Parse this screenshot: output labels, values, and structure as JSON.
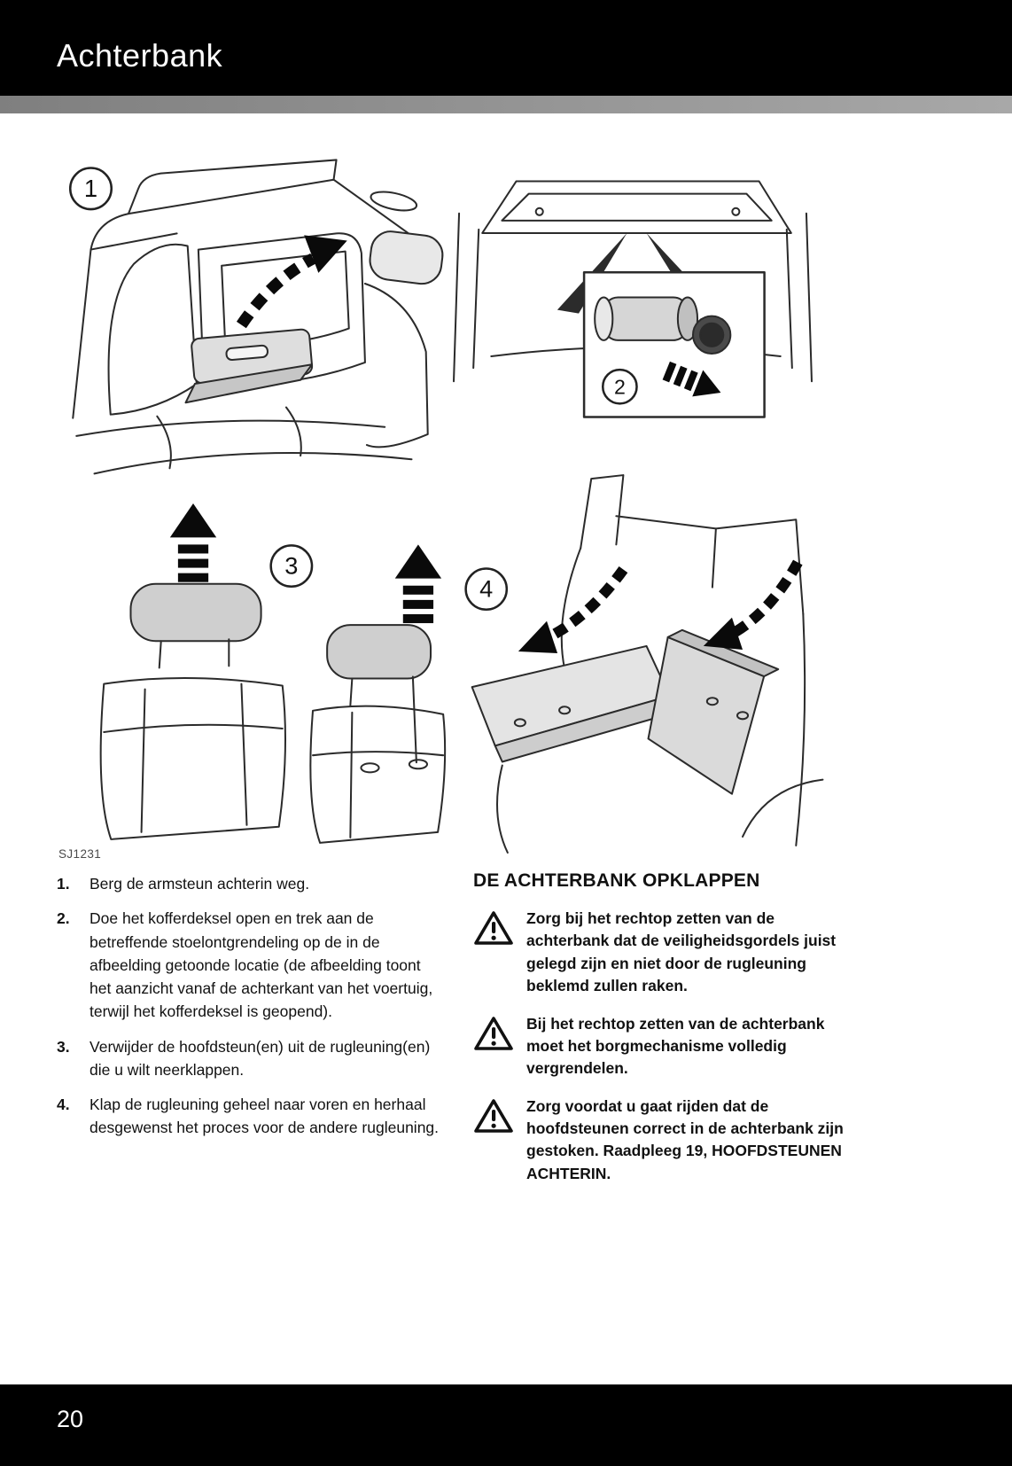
{
  "page": {
    "header_title": "Achterbank",
    "page_number": "20",
    "figure_code": "SJ1231"
  },
  "colors": {
    "header_bg": "#000000",
    "header_stripe": "#9a9a9a",
    "footer_bg": "#000000",
    "text": "#111111"
  },
  "figures": [
    {
      "number": "1",
      "icon": "rear-seat-armrest-stowing-illustration"
    },
    {
      "number": "2",
      "icon": "trunk-seat-release-illustration"
    },
    {
      "number": "3",
      "icon": "headrest-removal-illustration"
    },
    {
      "number": "4",
      "icon": "seatback-folding-illustration"
    }
  ],
  "steps": [
    {
      "number": "1.",
      "text": "Berg de armsteun achterin weg."
    },
    {
      "number": "2.",
      "text": "Doe het kofferdeksel open en trek aan de betreffende stoelontgrendeling op de in de afbeelding getoonde locatie (de afbeelding toont het aanzicht vanaf de achterkant van het voertuig, terwijl het kofferdeksel is geopend)."
    },
    {
      "number": "3.",
      "text": "Verwijder de hoofdsteun(en) uit de rugleuning(en) die u wilt neerklappen."
    },
    {
      "number": "4.",
      "text": "Klap de rugleuning geheel naar voren en herhaal desgewenst het proces voor de andere rugleuning."
    }
  ],
  "section": {
    "heading": "DE ACHTERBANK OPKLAPPEN",
    "warning_icon": "warning-triangle",
    "warnings": [
      {
        "text": "Zorg bij het rechtop zetten van de achterbank dat de veiligheidsgordels juist gelegd zijn en niet door de rugleuning beklemd zullen raken."
      },
      {
        "text": "Bij het rechtop zetten van de achterbank moet het borgmechanisme volledig vergrendelen."
      },
      {
        "text": "Zorg voordat u gaat rijden dat de hoofdsteunen correct in de achterbank zijn gestoken. Raadpleeg 19, HOOFDSTEUNEN ACHTERIN."
      }
    ]
  }
}
